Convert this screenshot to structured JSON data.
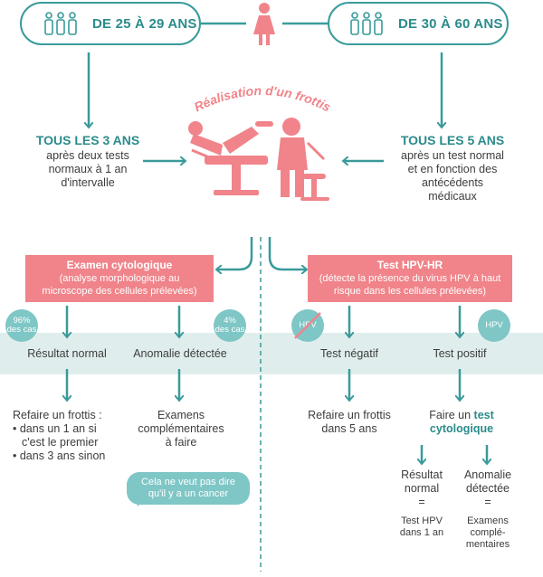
{
  "top": {
    "left_pill": "DE 25 À 29 ANS",
    "right_pill": "DE 30 À 60 ANS",
    "title_arc": "Réalisation d'un frottis"
  },
  "left_freq": {
    "title": "TOUS LES 3 ANS",
    "lines": [
      "après deux tests",
      "normaux à 1 an",
      "d'intervalle"
    ]
  },
  "right_freq": {
    "title": "TOUS LES 5 ANS",
    "lines": [
      "après un test normal",
      "et en fonction des",
      "antécédents",
      "médicaux"
    ]
  },
  "cyto": {
    "title": "Examen cytologique",
    "lines": [
      "(analyse morphologique au",
      "microscope des cellules prélevées)"
    ],
    "left_pct": [
      "96%",
      "des cas"
    ],
    "right_pct": [
      "4%",
      "des cas"
    ],
    "res_normal": "Résultat normal",
    "res_anom": "Anomalie détectée",
    "normal_title": "Refaire un frottis :",
    "normal_items": [
      "• dans un 1 an si",
      "c'est le premier",
      "• dans 3 ans sinon"
    ],
    "anom_lines": [
      "Examens",
      "complémentaires",
      "à faire"
    ],
    "bubble_lines": [
      "Cela ne veut pas dire",
      "qu'il y a un cancer"
    ]
  },
  "hpv": {
    "title": "Test HPV-HR",
    "lines": [
      "(détecte la présence du virus HPV à haut",
      "risque dans les cellules prélevées)"
    ],
    "neg_icon": "HPV",
    "pos_icon": "HPV",
    "res_neg": "Test négatif",
    "res_pos": "Test positif",
    "neg_lines": [
      "Refaire un frottis",
      "dans 5 ans"
    ],
    "pos_prefix": "Faire un ",
    "pos_bold_1": "test",
    "pos_bold_2": "cytologique",
    "sub_left_lines": [
      "Résultat",
      "normal",
      "="
    ],
    "sub_left_small": [
      "Test HPV",
      "dans 1 an"
    ],
    "sub_right_lines": [
      "Anomalie",
      "détectée",
      "="
    ],
    "sub_right_small": [
      "Examens",
      "complé-",
      "mentaires"
    ]
  },
  "colors": {
    "teal": "#3a9a9a",
    "pink": "#f0848a",
    "band": "#dfeeed",
    "light_teal": "#7fc6c6"
  }
}
